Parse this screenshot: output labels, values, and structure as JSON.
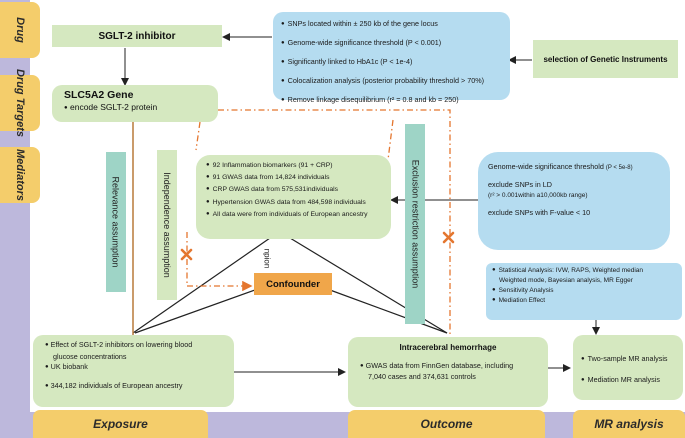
{
  "side_tabs": {
    "drug": "Drug",
    "drug_targets": "Drug Targets",
    "mediators": "Mediators"
  },
  "bottom_tabs": {
    "exposure": "Exposure",
    "outcome": "Outcome",
    "mr_analysis": "MR analysis"
  },
  "sglt2": {
    "title": "SGLT-2 inhibitor"
  },
  "instrument_criteria": {
    "items": [
      "SNPs located within ± 250 kb of the gene locus",
      "Genome-wide significance threshold (P < 0.001)",
      "Significantly linked to HbA1c (P < 1e-4)",
      "Colocalization analysis (posterior probability threshold > 70%)",
      "Remove linkage disequilibrium (r² = 0.8 and kb = 250)"
    ]
  },
  "genetic_instruments": {
    "label": "selection of Genetic Instruments"
  },
  "slc5a2": {
    "title": "SLC5A2 Gene",
    "item": "encode SGLT-2 protein"
  },
  "assumptions": {
    "relevance": "Relevance assumption",
    "independence": "Independence assumption",
    "exclusion": "Exclusion restriction assumption"
  },
  "mediators": {
    "items": [
      "92 Inflammation biomarkers (91 + CRP)",
      "91 GWAS data from 14,824 individuals",
      "CRP GWAS data from 575,531individuals",
      "Hypertension GWAS data from 484,598 individuals",
      "All data were from individuals of European ancestry"
    ]
  },
  "overlap_text": "npion",
  "gw_threshold": {
    "line1": "Genome-wide significance threshold",
    "line1_small": "(P < 5e-8)",
    "line2": "exclude SNPs in LD",
    "line3": "(r² > 0.001within a10,000kb range)",
    "line4": "exclude SNPs with F-value < 10"
  },
  "confounder": {
    "label": "Confounder"
  },
  "stats": {
    "items": [
      "Statistical Analysis: IVW,  RAPS, Weighted median",
      "Weighted mode, Bayesian analysis, MR Egger",
      "Sensitivity Analysis",
      "Mediation Effect"
    ]
  },
  "exposure_box": {
    "items": [
      "Effect of SGLT-2 inhibitors on lowering blood",
      "glucose concentrations",
      "UK biobank",
      "344,182 individuals of European ancestry"
    ]
  },
  "outcome_box": {
    "title": "Intracerebral hemorrhage",
    "items": [
      "GWAS data from FinnGen database, including",
      "7,040 cases and 374,631 controls"
    ]
  },
  "mr_box": {
    "items": [
      "Two-sample MR analysis",
      "Mediation MR analysis"
    ]
  },
  "colors": {
    "green": "#d5e8c0",
    "blue": "#b5dcf0",
    "orange": "#f0a64a",
    "yellow": "#f4cd6b",
    "purple": "#bdb8dc",
    "teal": "#9ed4c6",
    "dash_orange": "#e4762f"
  }
}
